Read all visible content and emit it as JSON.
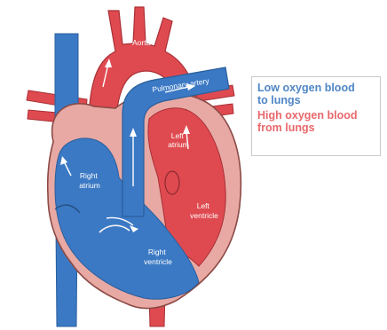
{
  "labels": {
    "aorta": "Aorta",
    "pulmonary_artery": "Pulmonary artery",
    "left_atrium": [
      "Left",
      "atrium"
    ],
    "right_atrium": [
      "Right",
      "atrium"
    ],
    "left_ventricle": [
      "Left",
      "ventricle"
    ],
    "right_ventricle": [
      "Right",
      "ventricle"
    ]
  },
  "legend": {
    "low_oxygen": [
      "Low oxygen blood",
      "to lungs"
    ],
    "high_oxygen": [
      "High oxygen blood",
      "from lungs"
    ]
  },
  "colors": {
    "low_oxygen": "#3b79c4",
    "high_oxygen": "#df4a50",
    "muscle": "#e8a9a4"
  }
}
